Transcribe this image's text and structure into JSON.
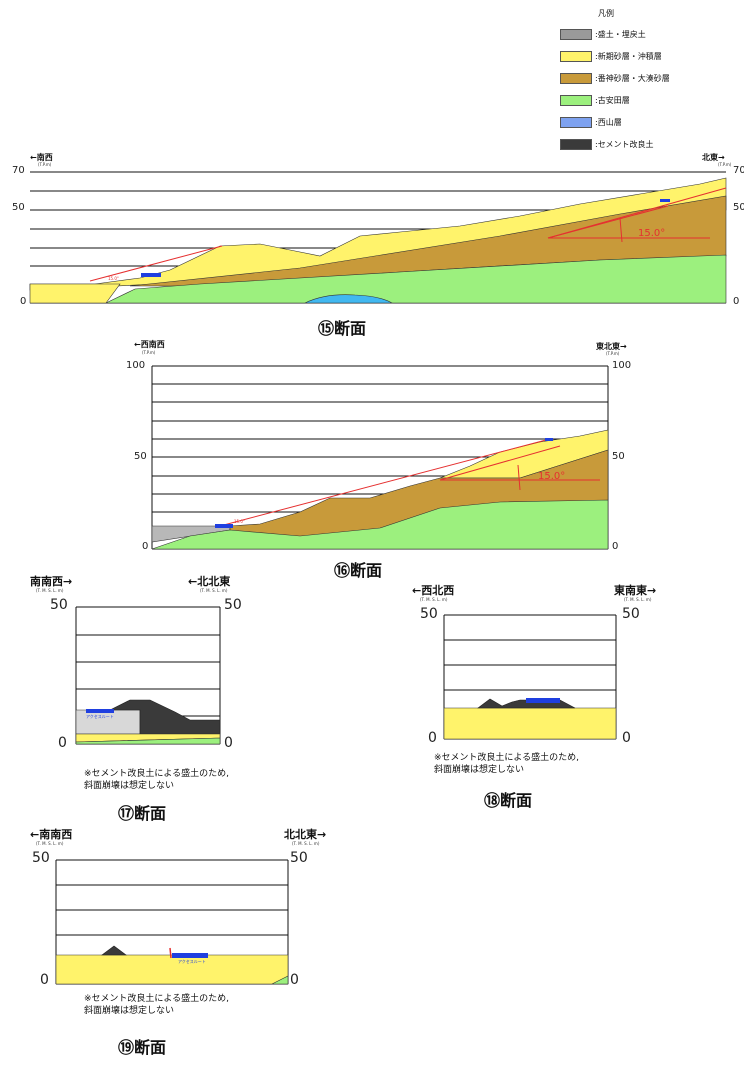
{
  "legend": {
    "title": "凡例",
    "items": [
      {
        "label": ":盛土・埋戻土",
        "color": "#9a9a9a"
      },
      {
        "label": ":新期砂層・沖積層",
        "color": "#fff36b"
      },
      {
        "label": ":番神砂層・大湊砂層",
        "color": "#c89a3a"
      },
      {
        "label": ":古安田層",
        "color": "#9cf07e"
      },
      {
        "label": ":西山層",
        "color": "#7ea2f0"
      },
      {
        "label": ":セメント改良土",
        "color": "#3a3a3a"
      }
    ]
  },
  "unit_short": "(T.P.m)",
  "unit_long": "(T. M. S. L. m)",
  "note_line1": "※セメント改良土による盛土のため,",
  "note_line2": "斜面崩壊は想定しない",
  "sections": {
    "s15": {
      "title": "⑮断面",
      "left_dir": "←南西",
      "right_dir": "北東→",
      "y_top": "70",
      "y_mid": "50",
      "y_zero": "0",
      "angle": "15.0°",
      "small_angle": "15.0°"
    },
    "s16": {
      "title": "⑯断面",
      "left_dir": "←西南西",
      "right_dir": "東北東→",
      "y_top": "100",
      "y_mid": "50",
      "y_zero": "0",
      "angle": "15.0°",
      "small_angle": "15.0°"
    },
    "s17": {
      "title": "⑰断面",
      "left_dir": "南南西→",
      "right_dir": "←北北東",
      "y_top": "50",
      "y_zero": "0",
      "small_label": "アクセスルート"
    },
    "s18": {
      "title": "⑱断面",
      "left_dir": "←西北西",
      "right_dir": "東南東→",
      "y_top": "50",
      "y_zero": "0"
    },
    "s19": {
      "title": "⑲断面",
      "left_dir": "←南南西",
      "right_dir": "北北東→",
      "y_top": "50",
      "y_zero": "0",
      "small_label": "アクセスルート"
    }
  }
}
